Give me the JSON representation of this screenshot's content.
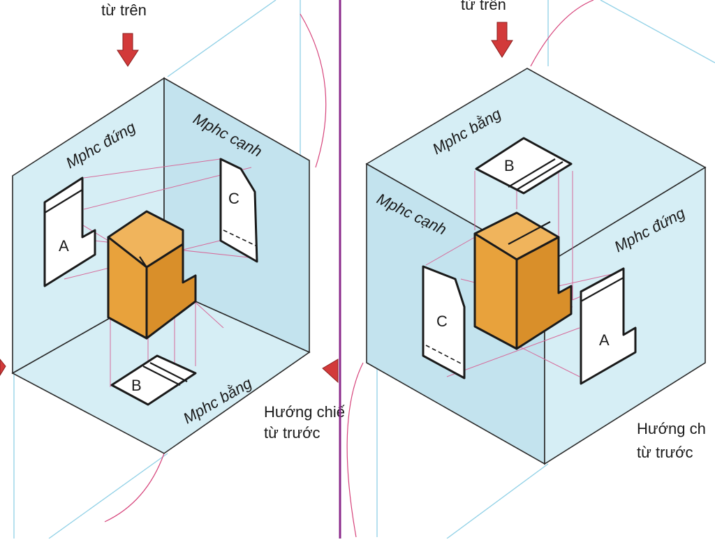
{
  "left_panel": {
    "top_direction_text": "từ trên",
    "plane_front": "Mphc đứng",
    "plane_side": "Mphc cạnh",
    "plane_horizontal": "Mphc bằng",
    "front_direction_line1": "Hướng chiế",
    "front_direction_line2": "từ trước",
    "view_a": "A",
    "view_b": "B",
    "view_c": "C"
  },
  "right_panel": {
    "top_direction_text": "từ trên",
    "plane_front": "Mphc đứng",
    "plane_side": "Mphc cạnh",
    "plane_horizontal": "Mphc bằng",
    "front_direction_line1": "Hướng ch",
    "front_direction_line2": "từ trước",
    "view_a": "A",
    "view_b": "B",
    "view_c": "C"
  },
  "colors": {
    "plane_fill": "#d6eef5",
    "solid_orange": "#e8a23c",
    "projection_line": "#d66a9a",
    "arrow_red": "#d23a3a",
    "divider_purple": "#8b2a8b"
  }
}
